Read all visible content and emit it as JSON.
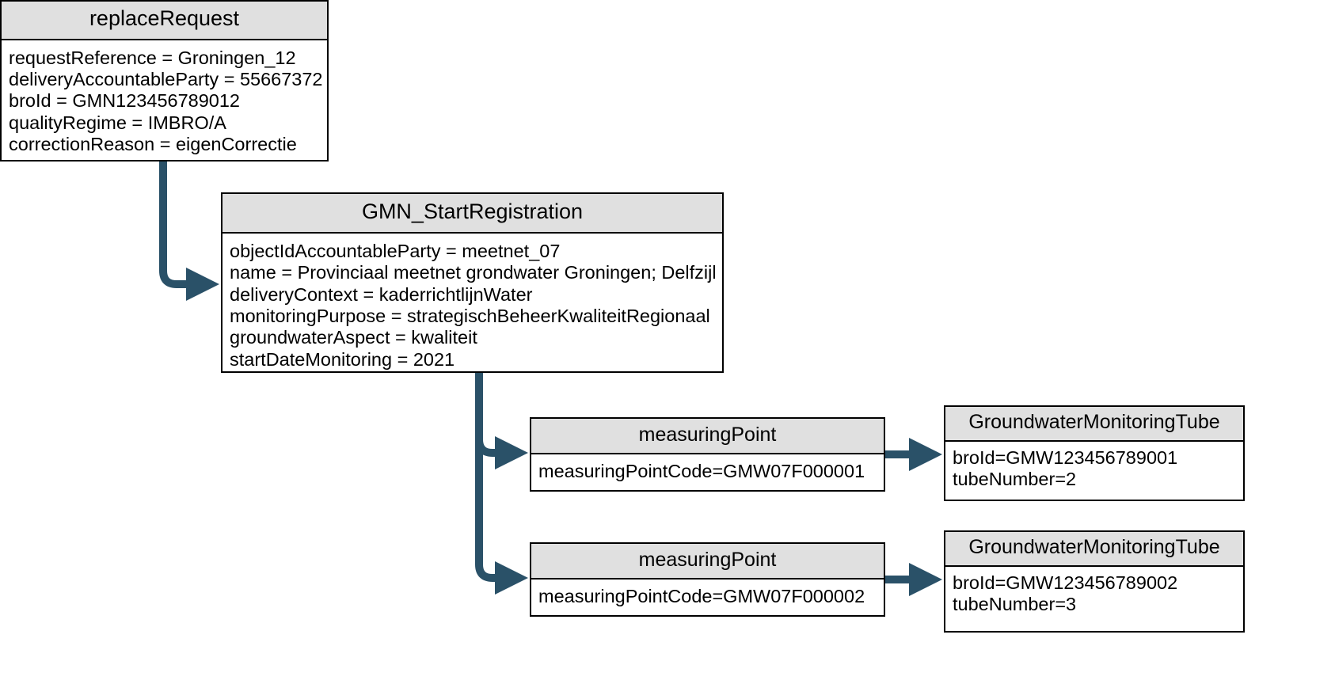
{
  "diagram": {
    "type": "uml-object-diagram",
    "background_color": "#ffffff",
    "box_border_color": "#000000",
    "box_header_fill": "#e0e0e0",
    "arrow_color": "#2a5168"
  },
  "boxes": {
    "replace_request": {
      "title": "replaceRequest",
      "attributes": [
        "requestReference = Groningen_12",
        "deliveryAccountableParty = 55667372",
        "broId = GMN123456789012",
        "qualityRegime = IMBRO/A",
        "correctionReason = eigenCorrectie"
      ]
    },
    "start_registration": {
      "title": "GMN_StartRegistration",
      "attributes": [
        "objectIdAccountableParty = meetnet_07",
        "name = Provinciaal meetnet grondwater Groningen; Delfzijl",
        "deliveryContext = kaderrichtlijnWater",
        "monitoringPurpose = strategischBeheerKwaliteitRegionaal",
        "groundwaterAspect = kwaliteit",
        "startDateMonitoring = 2021"
      ]
    },
    "measuring_point_1": {
      "title": "measuringPoint",
      "attributes": [
        "measuringPointCode=GMW07F000001"
      ]
    },
    "measuring_point_2": {
      "title": "measuringPoint",
      "attributes": [
        "measuringPointCode=GMW07F000002"
      ]
    },
    "tube_1": {
      "title": "GroundwaterMonitoringTube",
      "attributes": [
        "broId=GMW123456789001",
        "tubeNumber=2"
      ]
    },
    "tube_2": {
      "title": "GroundwaterMonitoringTube",
      "attributes": [
        "broId=GMW123456789002",
        "tubeNumber=3"
      ]
    }
  },
  "connectors": [
    {
      "name": "replace-request-to-start-registration",
      "from": "replace_request",
      "to": "start_registration",
      "style": "elbow-arrow"
    },
    {
      "name": "start-registration-to-measuring-point-1",
      "from": "start_registration",
      "to": "measuring_point_1",
      "style": "elbow-arrow"
    },
    {
      "name": "start-registration-to-measuring-point-2",
      "from": "start_registration",
      "to": "measuring_point_2",
      "style": "elbow-arrow"
    },
    {
      "name": "measuring-point-1-to-tube-1",
      "from": "measuring_point_1",
      "to": "tube_1",
      "style": "straight-arrow"
    },
    {
      "name": "measuring-point-2-to-tube-2",
      "from": "measuring_point_2",
      "to": "tube_2",
      "style": "straight-arrow"
    }
  ]
}
